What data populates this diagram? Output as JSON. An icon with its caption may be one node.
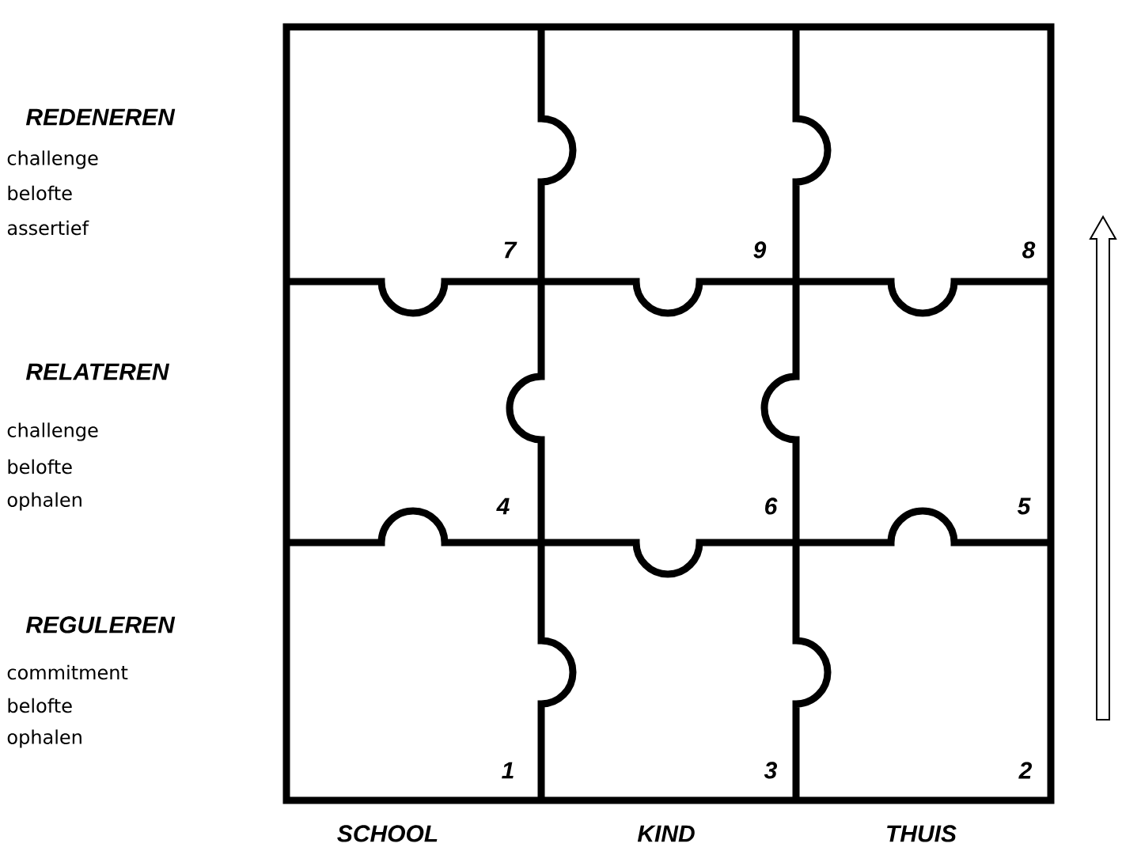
{
  "diagram": {
    "nodes": [
      {
        "text": [
          "7"
        ]
      },
      {
        "text": [
          "9"
        ]
      },
      {
        "text": [
          "8"
        ]
      },
      {
        "text": [
          "4"
        ]
      },
      {
        "text": [
          "6"
        ]
      },
      {
        "text": [
          "5"
        ]
      },
      {
        "text": [
          "1"
        ]
      },
      {
        "text": [
          "3"
        ]
      },
      {
        "text": [
          "2"
        ]
      }
    ],
    "labels": [
      "REDENEREN",
      "challenge",
      "belofte",
      "assertief",
      "RELATEREN",
      "challenge",
      "belofte",
      "ophalen",
      "REGULEREN",
      "commitment",
      "belofte",
      "ophalen",
      "SCHOOL",
      "KIND",
      "THUIS"
    ]
  }
}
